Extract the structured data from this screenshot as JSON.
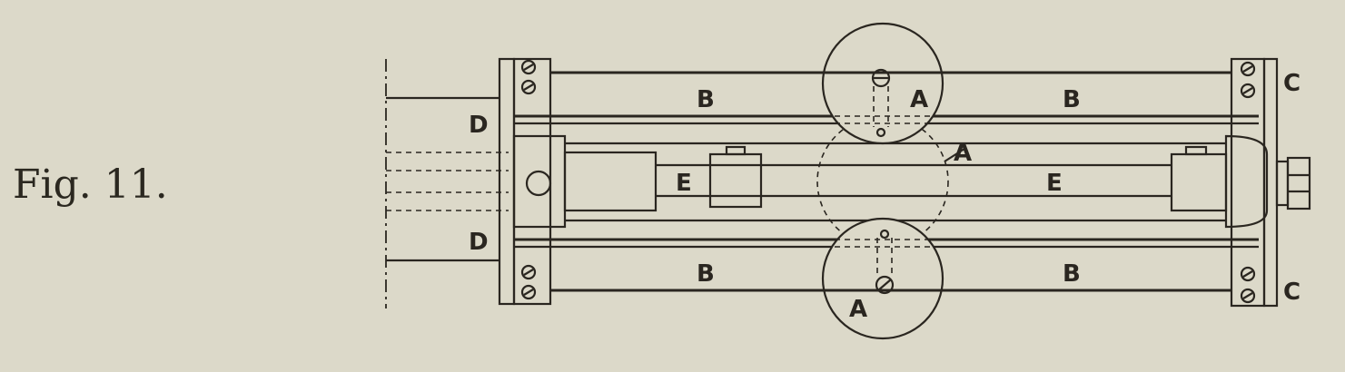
{
  "figure": {
    "caption": "Fig. 11."
  },
  "labels": {
    "A": "A",
    "B": "B",
    "C": "C",
    "D": "D",
    "E": "E"
  },
  "colors": {
    "paper": "#dcd9c9",
    "ink": "#2a2620"
  }
}
